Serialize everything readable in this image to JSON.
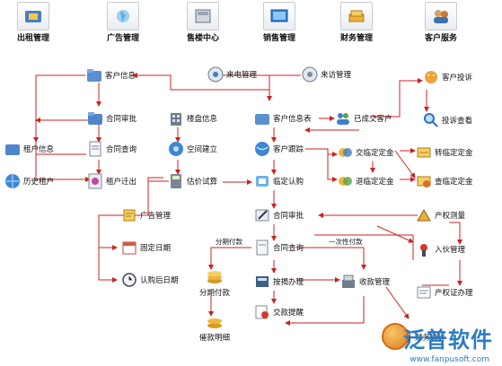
{
  "modules": [
    {
      "label": "出租管理",
      "icon": "rental-icon"
    },
    {
      "label": "广告管理",
      "icon": "advertising-icon"
    },
    {
      "label": "售楼中心",
      "icon": "sales-center-icon"
    },
    {
      "label": "销售管理",
      "icon": "sales-management-icon"
    },
    {
      "label": "财务管理",
      "icon": "finance-icon"
    },
    {
      "label": "客户服务",
      "icon": "customer-service-icon"
    }
  ],
  "nodes": {
    "client_info": "客户信息",
    "contract_approval_left": "合同审批",
    "contract_query_left": "合同查询",
    "tenant_info": "租户信息",
    "history_tenant": "历史租户",
    "tenant_moveout": "租户迁出",
    "building_info": "楼盘信息",
    "space_build": "空间建立",
    "price_estimate": "估价试算",
    "call_mgmt": "来电管理",
    "visit_mgmt": "来访管理",
    "client_info_table": "客户信息表",
    "client_follow": "客户跟踪",
    "reserve": "临定认购",
    "deal_client": "已成交客户",
    "deposit_exchange": "交临定定金",
    "deposit_refund": "退临定定金",
    "transfer_deposit": "转临定定金",
    "check_deposit": "查临定定金",
    "client_complaint": "客户投诉",
    "complaint_check": "投诉查看",
    "ad_mgmt": "广告管理",
    "fixed_date": "固定日期",
    "date_after_purchase": "认购后日期",
    "contract_approval_main": "合同审批",
    "contract_query_main": "合同查询",
    "mortgage_process": "按揭办理",
    "payment_reminder": "交款提醒",
    "receipt_mgmt": "收款管理",
    "installment_payment": "分期付款",
    "collection_detail": "催款明细",
    "property_survey": "产权测量",
    "move_in_mgmt": "入伙管理",
    "property_cert": "产权证办理",
    "financial_stats": "财务统计"
  },
  "edge_labels": {
    "installment": "分期付款",
    "lump_sum": "一次性付款"
  },
  "watermark": {
    "brand": "泛普软件",
    "url": "www.fanpusoft.com"
  },
  "colors": {
    "arrow": "#cc2222",
    "brand": "#2d7bc4"
  }
}
